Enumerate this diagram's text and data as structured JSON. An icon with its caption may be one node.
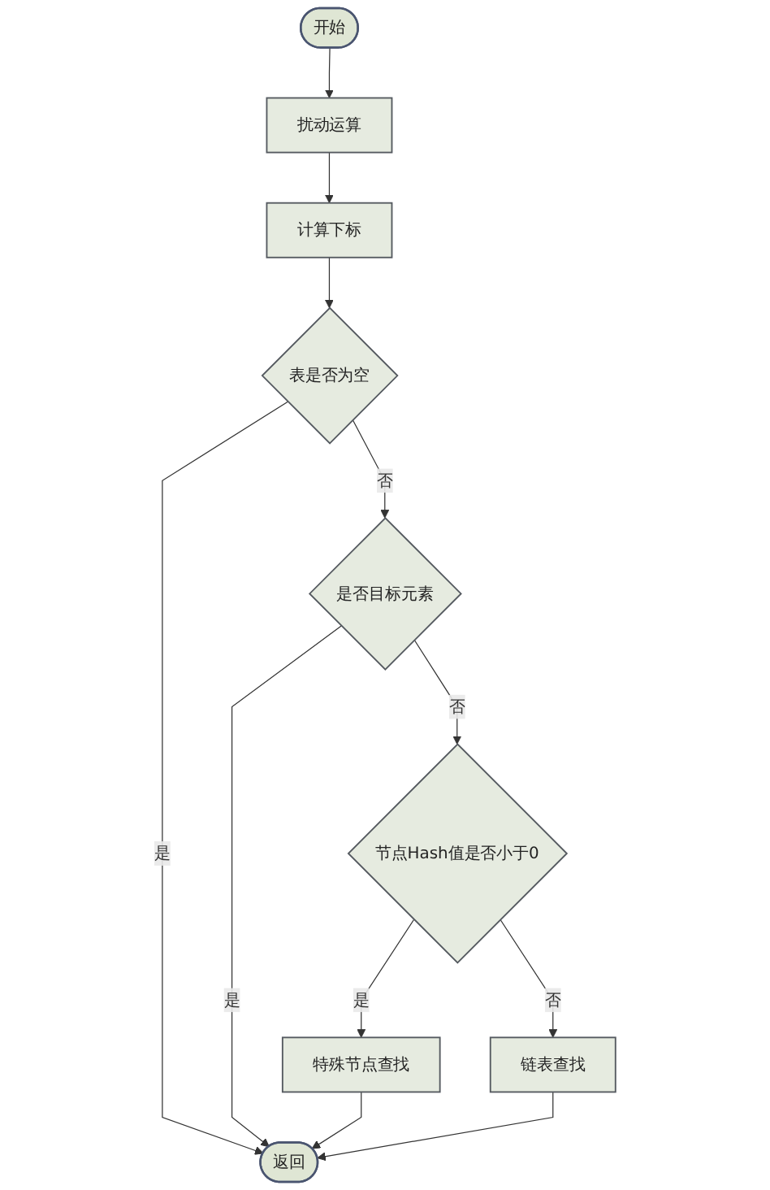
{
  "diagram": {
    "nodes": [
      {
        "text": [
          "开始"
        ]
      },
      {
        "text": [
          "扰动运算"
        ]
      },
      {
        "text": [
          "计算下标"
        ]
      },
      {
        "text": [
          "表是否为空"
        ]
      },
      {
        "text": [
          "是否目标元素"
        ]
      },
      {
        "text": [
          "节点Hash值是否小于0"
        ]
      },
      {
        "text": [
          "特殊节点查找"
        ]
      },
      {
        "text": [
          "链表查找"
        ]
      },
      {
        "text": [
          "返回"
        ]
      }
    ],
    "edges": [
      {
        "from": 0,
        "to": 1,
        "arrow": "to"
      },
      {
        "from": 1,
        "to": 2,
        "arrow": "to"
      },
      {
        "from": 2,
        "to": 3,
        "arrow": "to"
      },
      {
        "from": 3,
        "to": 8,
        "arrow": "to",
        "label": "是"
      },
      {
        "from": 3,
        "to": 4,
        "arrow": "to",
        "label": "否"
      },
      {
        "from": 4,
        "to": 8,
        "arrow": "to",
        "label": "是"
      },
      {
        "from": 4,
        "to": 5,
        "arrow": "to",
        "label": "否"
      },
      {
        "from": 5,
        "to": 6,
        "arrow": "to",
        "label": "是"
      },
      {
        "from": 5,
        "to": 7,
        "arrow": "to",
        "label": "否"
      },
      {
        "from": 6,
        "to": 8,
        "arrow": "to"
      },
      {
        "from": 7,
        "to": 8,
        "arrow": "to"
      }
    ]
  }
}
